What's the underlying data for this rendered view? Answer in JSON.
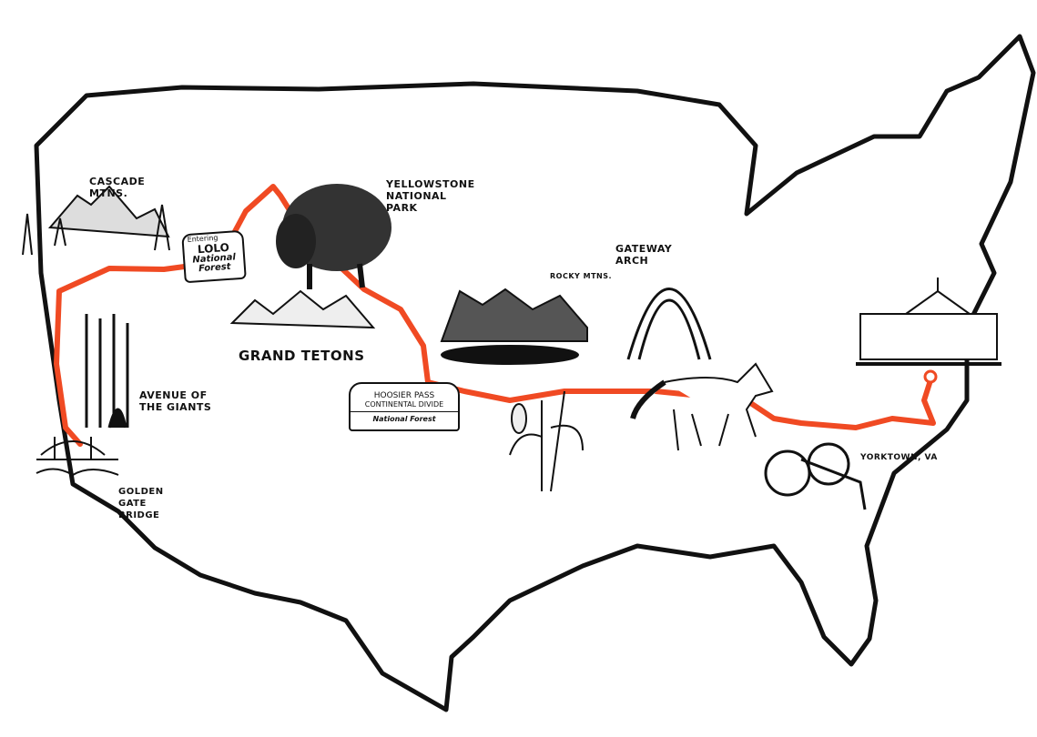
{
  "colors": {
    "route": "#f04a23",
    "ink": "#111111",
    "background": "#ffffff"
  },
  "landmarks": {
    "cascade": "CASCADE MTNS.",
    "lolo": {
      "entering": "Entering",
      "name": "LOLO",
      "line2": "National",
      "line3": "Forest"
    },
    "yellowstone": "YELLOWSTONE NATIONAL PARK",
    "grand_tetons": "GRAND TETONS",
    "avenue": "AVENUE OF THE GIANTS",
    "golden_gate": "GOLDEN GATE BRIDGE",
    "hoosier": {
      "line1": "HOOSIER PASS",
      "line2": "CONTINENTAL DIVIDE",
      "line3": "National Forest"
    },
    "rocky": "ROCKY MTNS.",
    "arch": "GATEWAY ARCH",
    "yorktown": "YORKTOWN, VA"
  }
}
